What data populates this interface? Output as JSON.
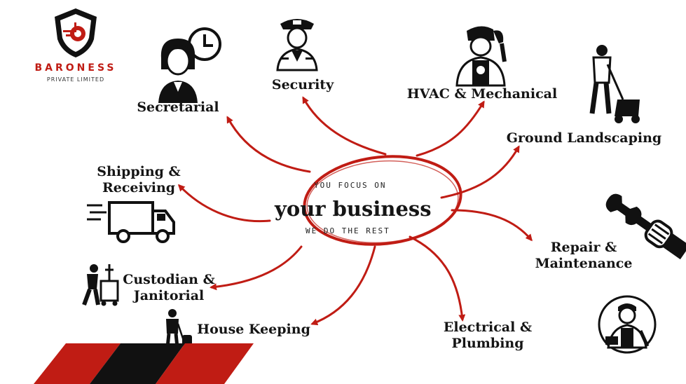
{
  "brand": {
    "name": "BARONESS",
    "subtitle": "PRIVATE LIMITED"
  },
  "hub": {
    "top": "YOU FOCUS ON",
    "main": "your business",
    "bottom": "WE DO THE REST"
  },
  "services": {
    "secretarial": "Secretarial",
    "security": "Security",
    "hvac": "HVAC & Mechanical",
    "ground": "Ground Landscaping",
    "shipping": "Shipping &\nReceiving",
    "repair": "Repair &\nMaintenance",
    "custodian": "Custodian &\nJanitorial",
    "housekeeping": "House Keeping",
    "electrical": "Electrical &\nPlumbing"
  },
  "colors": {
    "accent": "#c01c14",
    "ink": "#151515",
    "stripe_dark": "#111111"
  },
  "icons": [
    "shield-logo-icon",
    "secretary-clock-icon",
    "security-guard-icon",
    "welder-icon",
    "lawn-mower-man-icon",
    "wrench-hand-icon",
    "delivery-truck-icon",
    "janitor-cart-icon",
    "vacuum-cleaner-person-icon",
    "plumber-icon"
  ]
}
